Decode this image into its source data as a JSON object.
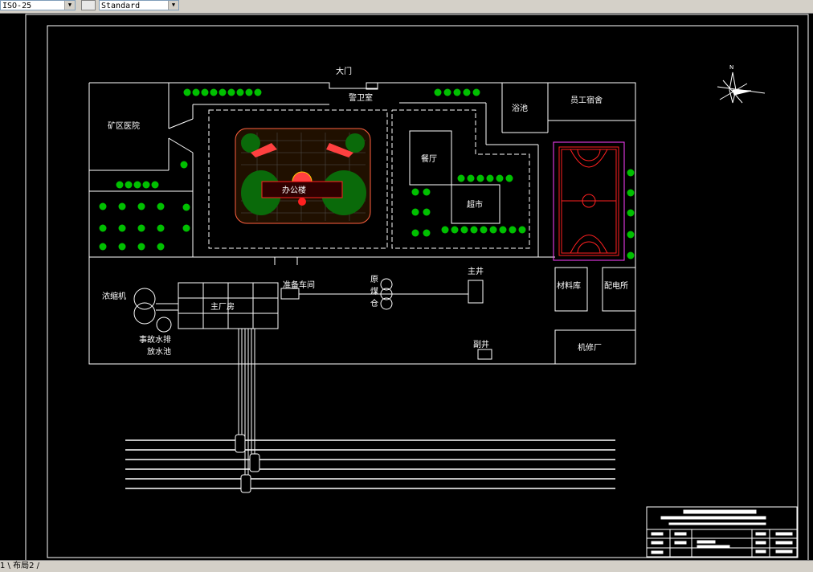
{
  "toolbar": {
    "dimstyle_value": "ISO-25",
    "textstyle_value": "Standard",
    "textstyle_icon": "text-style-icon"
  },
  "status": {
    "layout_tabs": "1 \\ 布局2 /"
  },
  "north_label": "N",
  "labels": {
    "gate": "大门",
    "guard": "警卫室",
    "hospital": "矿区医院",
    "bath": "浴池",
    "dorm": "员工宿舍",
    "restaurant": "餐厅",
    "supermarket": "超市",
    "office": "办公楼",
    "prep": "准备车间",
    "main_shaft": "主井",
    "raw1": "原",
    "raw2": "煤",
    "raw3": "仓",
    "thickener": "浓缩机",
    "main_plant": "主厂房",
    "accident1": "事故水排",
    "accident2": "放水池",
    "aux_shaft": "副井",
    "materials": "材料库",
    "substation": "配电所",
    "repair": "机修厂"
  },
  "colors": {
    "background": "#000000",
    "line": "#ffffff",
    "tree": "#00c000",
    "court": "#ff2020",
    "court_outline": "#ff40ff",
    "flower": "#ff6040"
  }
}
